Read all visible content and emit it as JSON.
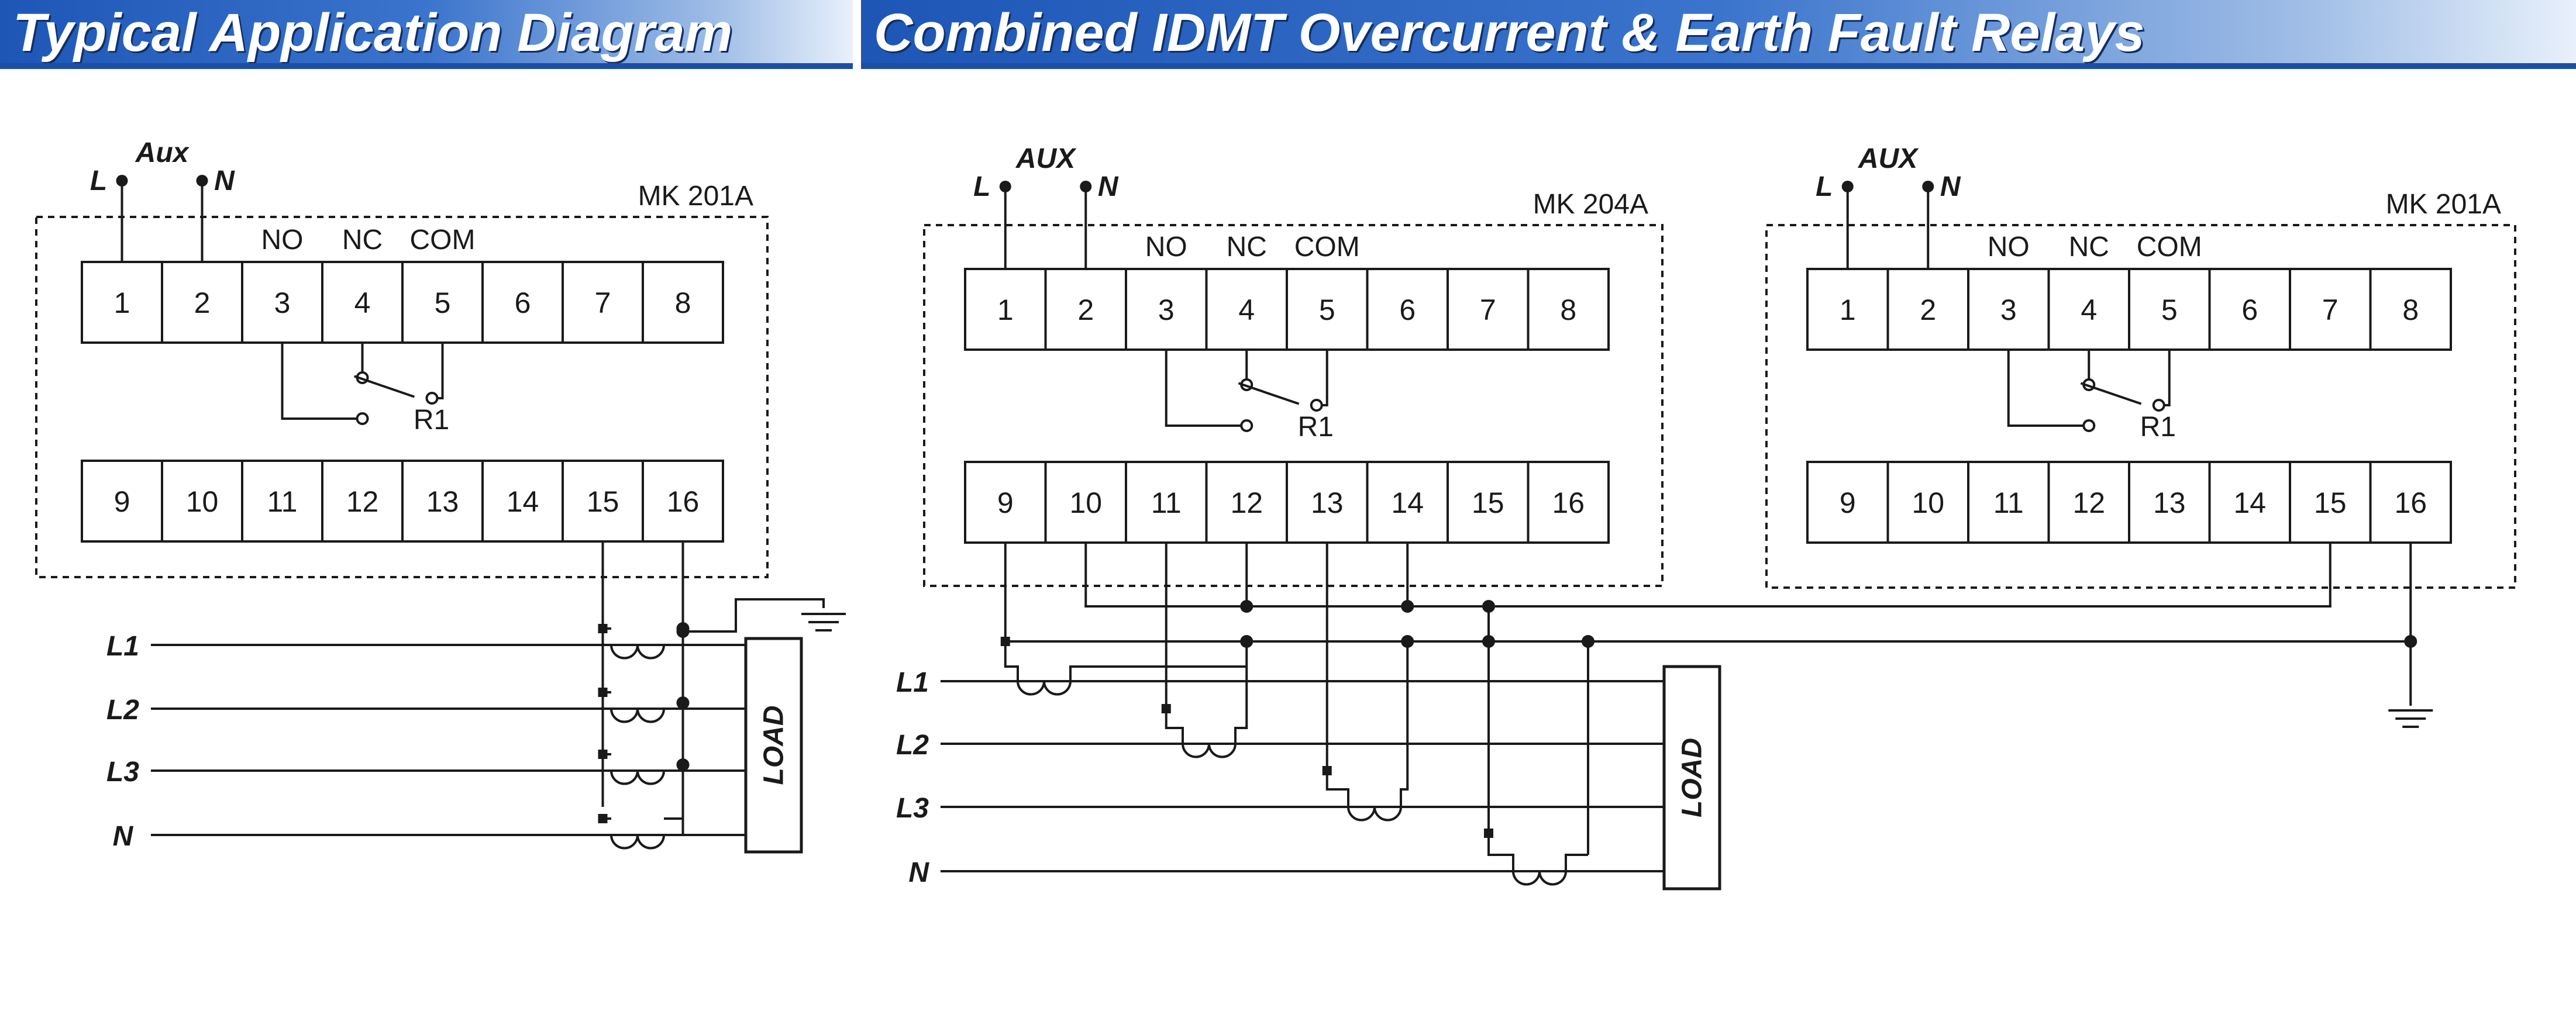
{
  "headers": {
    "left": "Typical Application Diagram",
    "right": "Combined  IDMT Overcurrent & Earth Fault Relays"
  },
  "diagrams": [
    {
      "model": "MK 201A",
      "aux": "Aux",
      "supply_live": "L",
      "supply_neutral": "N",
      "contacts": [
        "NO",
        "NC",
        "COM"
      ],
      "relay": "R1",
      "top_terminals": [
        "1",
        "2",
        "3",
        "4",
        "5",
        "6",
        "7",
        "8"
      ],
      "bottom_terminals": [
        "9",
        "10",
        "11",
        "12",
        "13",
        "14",
        "15",
        "16"
      ],
      "lines": [
        "L1",
        "L2",
        "L3",
        "N"
      ],
      "load": "LOAD"
    },
    {
      "model": "MK 204A",
      "aux": "AUX",
      "supply_live": "L",
      "supply_neutral": "N",
      "contacts": [
        "NO",
        "NC",
        "COM"
      ],
      "relay": "R1",
      "top_terminals": [
        "1",
        "2",
        "3",
        "4",
        "5",
        "6",
        "7",
        "8"
      ],
      "bottom_terminals": [
        "9",
        "10",
        "11",
        "12",
        "13",
        "14",
        "15",
        "16"
      ],
      "lines": [
        "L1",
        "L2",
        "L3",
        "N"
      ],
      "load": "LOAD"
    },
    {
      "model": "MK 201A",
      "aux": "AUX",
      "supply_live": "L",
      "supply_neutral": "N",
      "contacts": [
        "NO",
        "NC",
        "COM"
      ],
      "relay": "R1",
      "top_terminals": [
        "1",
        "2",
        "3",
        "4",
        "5",
        "6",
        "7",
        "8"
      ],
      "bottom_terminals": [
        "9",
        "10",
        "11",
        "12",
        "13",
        "14",
        "15",
        "16"
      ]
    }
  ]
}
